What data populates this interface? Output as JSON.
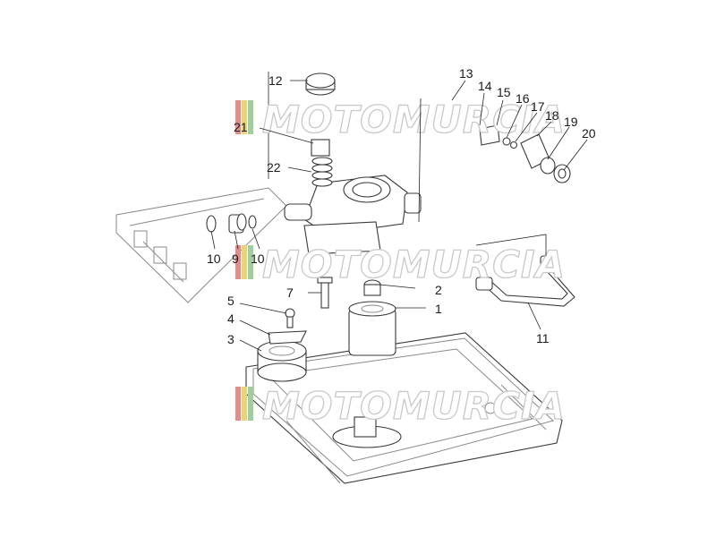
{
  "diagram": {
    "watermark_text": "MOTOMURCIA",
    "stripe_colors": [
      "#e58b8b",
      "#e9d47a",
      "#9fcf9a"
    ],
    "line_color": "#3a3a3a"
  },
  "callouts": [
    {
      "id": "c1",
      "label": "1"
    },
    {
      "id": "c2",
      "label": "2"
    },
    {
      "id": "c3",
      "label": "3"
    },
    {
      "id": "c4",
      "label": "4"
    },
    {
      "id": "c5",
      "label": "5"
    },
    {
      "id": "c7",
      "label": "7"
    },
    {
      "id": "c9",
      "label": "9"
    },
    {
      "id": "c10",
      "label": "10"
    },
    {
      "id": "c10b",
      "label": "10"
    },
    {
      "id": "c11",
      "label": "11"
    },
    {
      "id": "c12",
      "label": "12"
    },
    {
      "id": "c13",
      "label": "13"
    },
    {
      "id": "c14",
      "label": "14"
    },
    {
      "id": "c15",
      "label": "15"
    },
    {
      "id": "c16",
      "label": "16"
    },
    {
      "id": "c17",
      "label": "17"
    },
    {
      "id": "c18",
      "label": "18"
    },
    {
      "id": "c19",
      "label": "19"
    },
    {
      "id": "c20",
      "label": "20"
    },
    {
      "id": "c21",
      "label": "21"
    },
    {
      "id": "c22",
      "label": "22"
    }
  ]
}
